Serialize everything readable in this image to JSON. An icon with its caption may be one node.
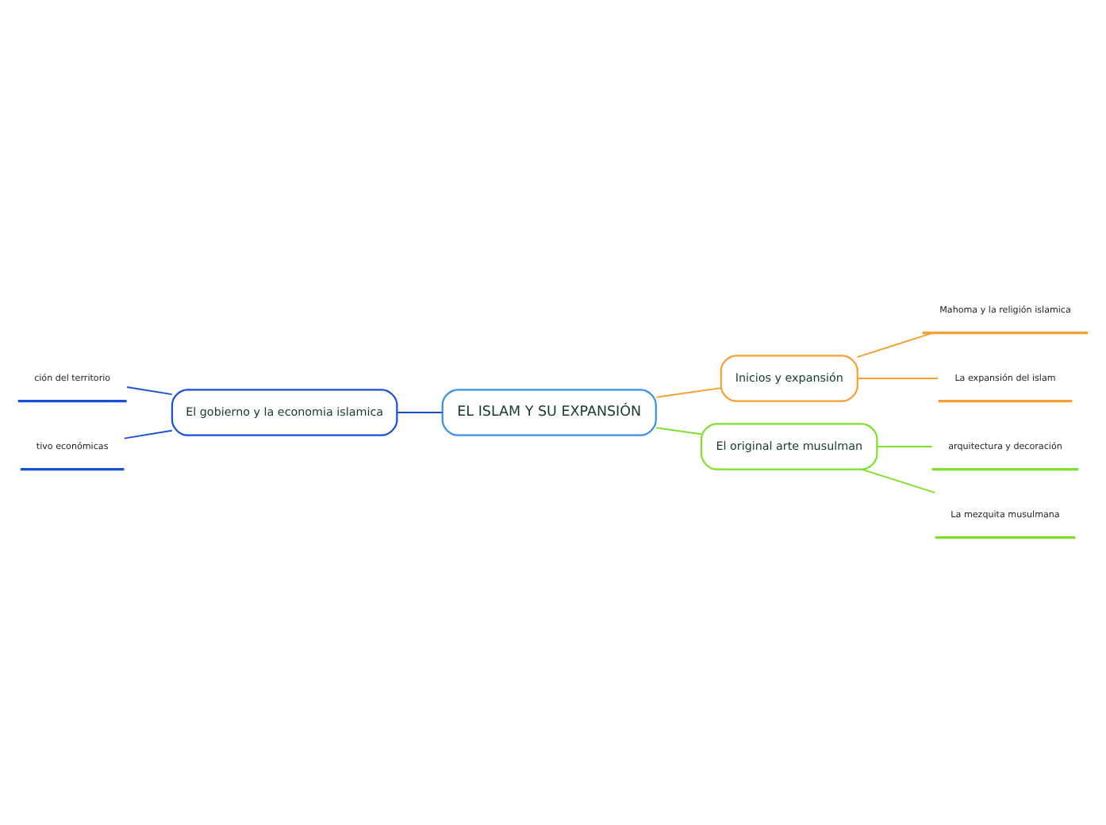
{
  "diagram": {
    "nodes": [
      {
        "text": [
          "EL ISLAM Y SU EXPANSIÓN"
        ]
      },
      {
        "text": [
          "Inicios y expansión"
        ]
      },
      {
        "text": [
          "Mahoma y la religión islamica"
        ]
      },
      {
        "text": [
          "La expansión del islam"
        ]
      },
      {
        "text": [
          "El original arte musulman"
        ]
      },
      {
        "text": [
          "arquitectura y decoración"
        ]
      },
      {
        "text": [
          "La mezquita musulmana"
        ]
      },
      {
        "text": [
          "El gobierno y la economia islamica"
        ]
      },
      {
        "text": [
          "ción del territorio"
        ]
      },
      {
        "text": [
          "tivo económicas"
        ]
      }
    ],
    "edges": [
      {
        "from": 0,
        "to": 1,
        "arrow": "none",
        "color": "#f5a030"
      },
      {
        "from": 1,
        "to": 2,
        "arrow": "none",
        "color": "#f5a030"
      },
      {
        "from": 1,
        "to": 3,
        "arrow": "none",
        "color": "#f5a030"
      },
      {
        "from": 0,
        "to": 4,
        "arrow": "none",
        "color": "#7ee02a"
      },
      {
        "from": 4,
        "to": 5,
        "arrow": "none",
        "color": "#7ee02a"
      },
      {
        "from": 4,
        "to": 6,
        "arrow": "none",
        "color": "#7ee02a"
      },
      {
        "from": 0,
        "to": 7,
        "arrow": "none",
        "color": "#1a4fd8"
      },
      {
        "from": 7,
        "to": 8,
        "arrow": "none",
        "color": "#1a4fd8"
      },
      {
        "from": 7,
        "to": 9,
        "arrow": "none",
        "color": "#1a4fd8"
      }
    ]
  }
}
